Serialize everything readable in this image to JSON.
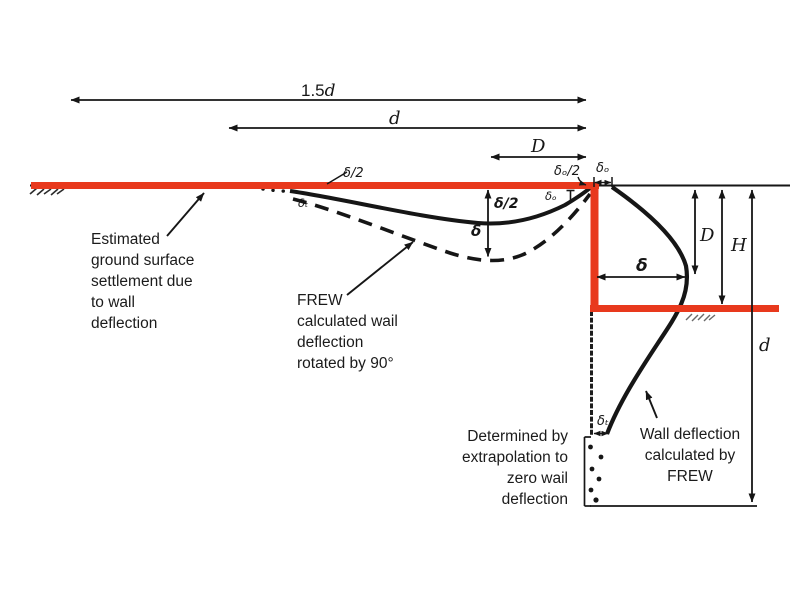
{
  "colors": {
    "overlay_red": "#e8391d",
    "ink": "#1a1a1a"
  },
  "dims": {
    "span_1_5d": {
      "prefix": "1.5",
      "symbol": "d"
    },
    "span_d": "d",
    "span_excav_D": "D",
    "surface_delta_half": "δ/2",
    "surface_delta_t": "δₜ",
    "delta_half": "δ/2",
    "delta_full": "δ",
    "delta_o_half": "δₒ/2",
    "delta_o": "δₒ",
    "delta_o_at_wall": "δₒ",
    "wall_delta": "δ",
    "depth_D": "D",
    "height_H": "H",
    "embed_d": "d",
    "toe_delta_t": "δₜ"
  },
  "annotations": {
    "settlement": {
      "lines": [
        "Estimated",
        "ground surface",
        "settlement due",
        "to wall",
        "deflection"
      ]
    },
    "frew_rotated": {
      "lines": [
        "FREW",
        "calculated wail",
        "deflection",
        "rotated by 90°"
      ]
    },
    "extrapolation": {
      "lines": [
        "Determined by",
        "extrapolation to",
        "zero wail",
        "deflection"
      ]
    },
    "wall_deflection": {
      "lines": [
        "Wall deflection",
        "calculated by",
        "FREW"
      ]
    }
  }
}
